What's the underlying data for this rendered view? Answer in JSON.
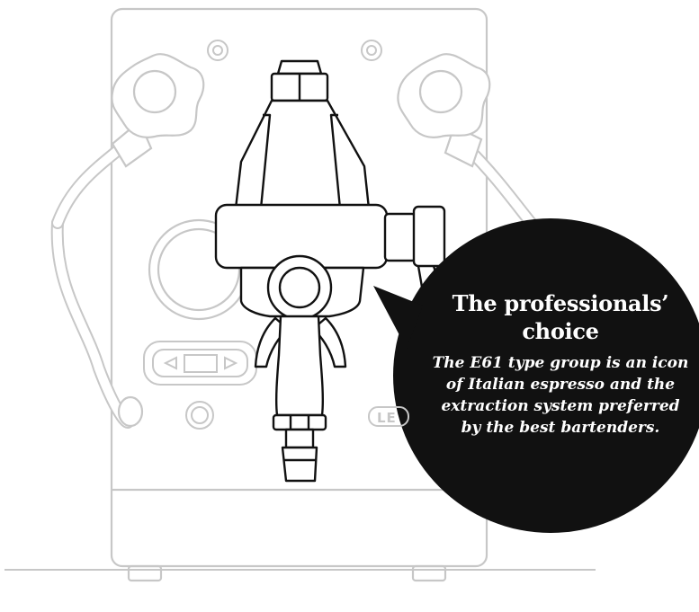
{
  "callout": {
    "title": "The professionals’ choice",
    "body": "The E61 type group is an icon of Italian espresso and the extraction system preferred by the best bartenders."
  },
  "machine": {
    "brand_fragment": "LE"
  },
  "colors": {
    "outline_light": "#c7c7c7",
    "outline_dark": "#111111",
    "bubble": "#111111",
    "background": "#ffffff"
  }
}
